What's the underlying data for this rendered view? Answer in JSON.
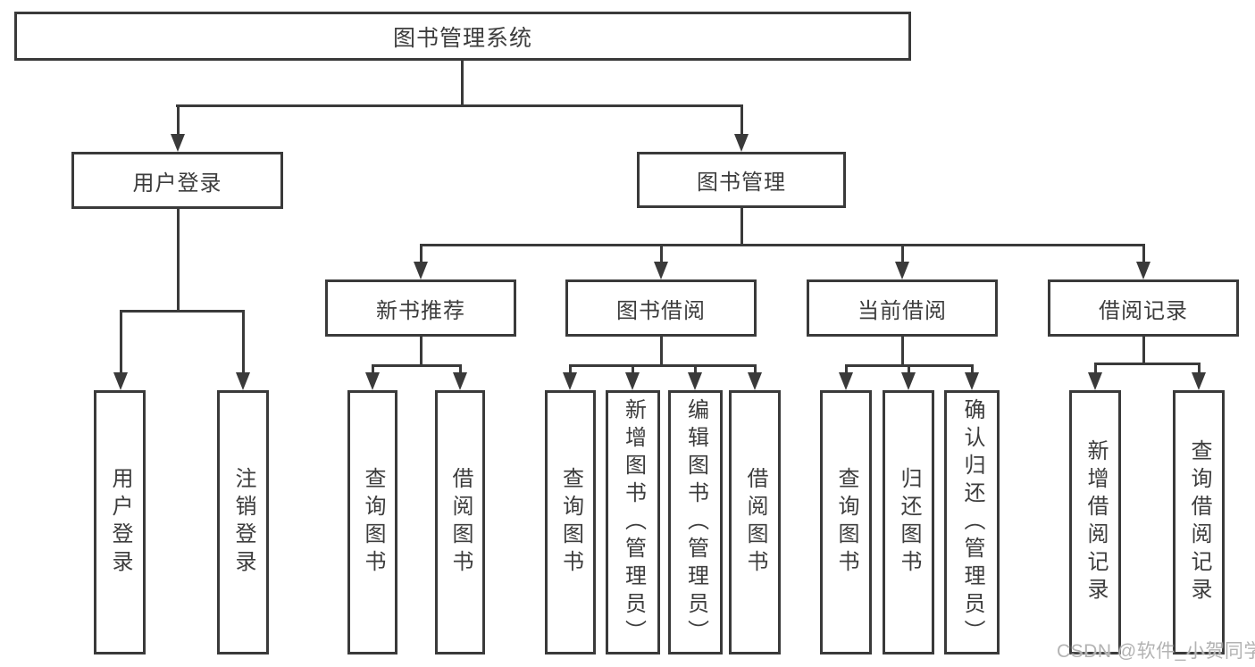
{
  "tree": {
    "root": "图书管理系统",
    "user_login": {
      "label": "用户登录",
      "children": [
        "用户登录",
        "注销登录"
      ]
    },
    "book_management": {
      "label": "图书管理",
      "children": {
        "new_book_recommendation": {
          "label": "新书推荐",
          "children": [
            "查询图书",
            "借阅图书"
          ]
        },
        "book_borrowing": {
          "label": "图书借阅",
          "children": [
            "查询图书",
            "新增图书（管理员）",
            "编辑图书（管理员）",
            "借阅图书"
          ]
        },
        "current_borrowing": {
          "label": "当前借阅",
          "children": [
            "查询图书",
            "归还图书",
            "确认归还（管理员）"
          ]
        },
        "borrowing_records": {
          "label": "借阅记录",
          "children": [
            "新增借阅记录",
            "查询借阅记录"
          ]
        }
      }
    }
  },
  "watermark": {
    "text": "CSDN @软件_小贺同学"
  },
  "colors": {
    "line": "#3a3a3a",
    "text": "#3d3d3d",
    "watermark": "#b3b3b3",
    "background": "#ffffff"
  }
}
